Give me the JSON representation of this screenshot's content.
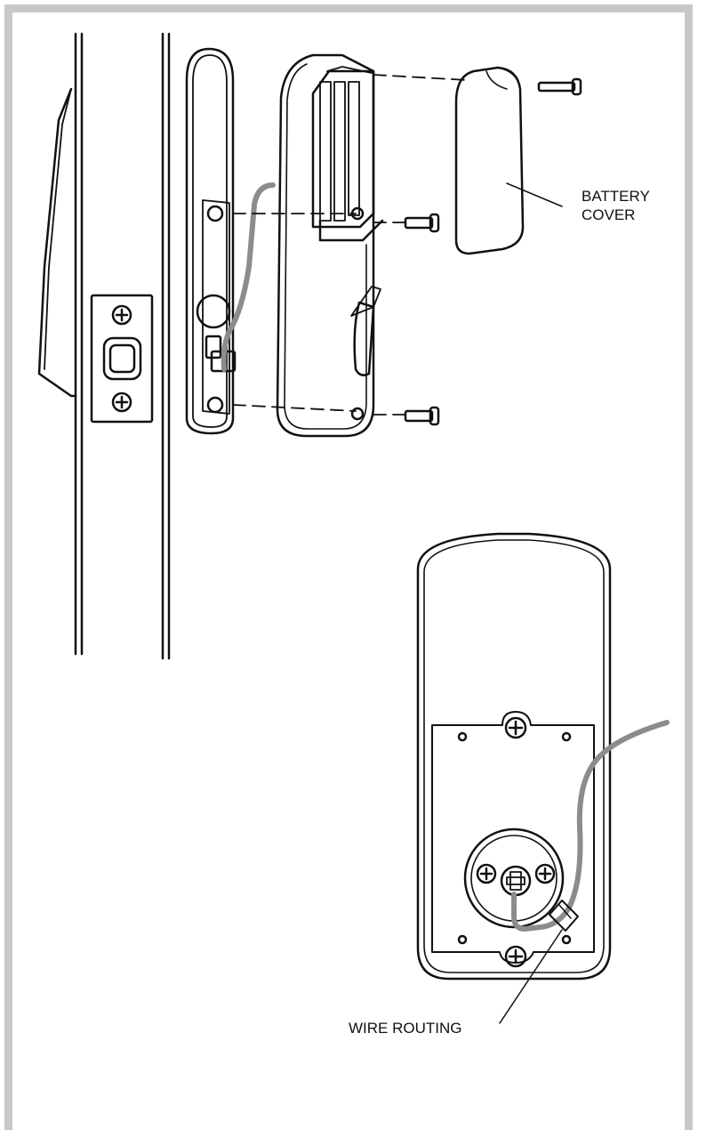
{
  "labels": {
    "battery_cover_line1": "BATTERY",
    "battery_cover_line2": "COVER",
    "wire_routing": "WIRE ROUTING"
  },
  "colors": {
    "frame": "#c8c8c8",
    "line": "#111111",
    "wire": "#8c8c8c"
  }
}
